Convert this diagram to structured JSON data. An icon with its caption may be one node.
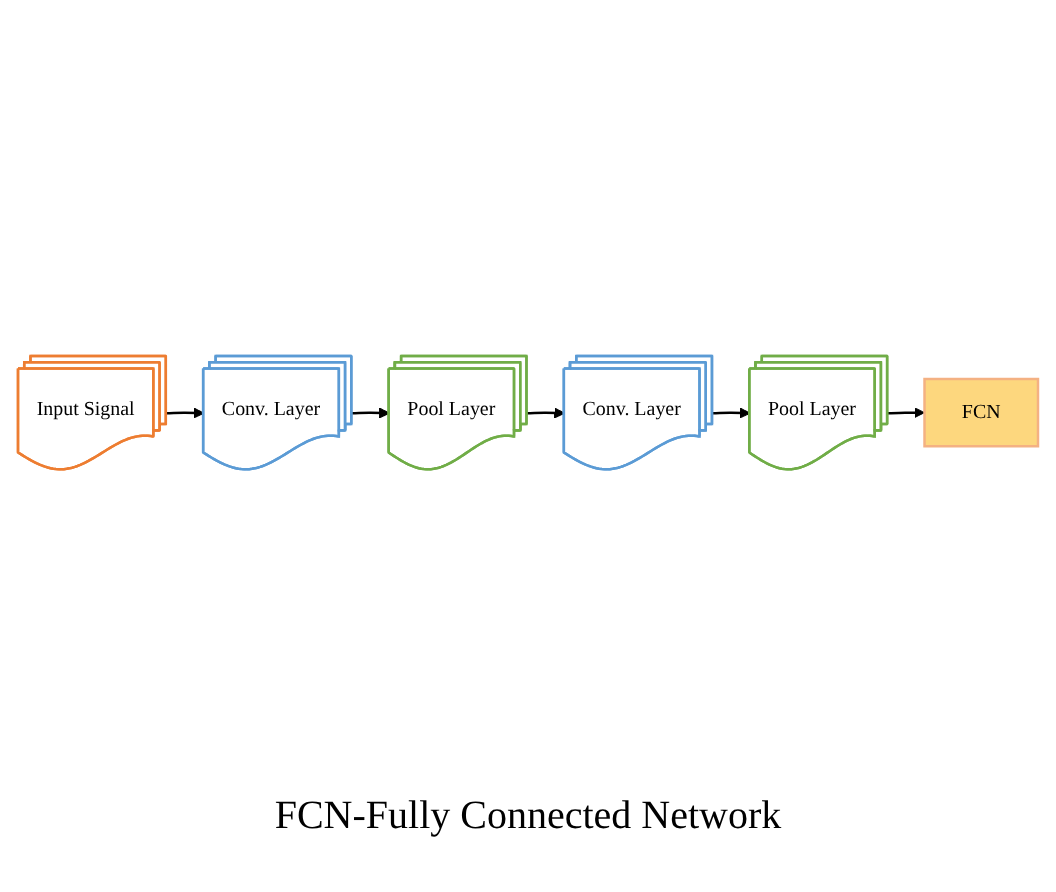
{
  "diagram": {
    "nodes": [
      {
        "text": [
          "Input Signal"
        ]
      },
      {
        "text": [
          "Conv. Layer"
        ]
      },
      {
        "text": [
          "Pool Layer"
        ]
      },
      {
        "text": [
          "Conv. Layer"
        ]
      },
      {
        "text": [
          "Pool Layer"
        ]
      },
      {
        "text": [
          "FCN"
        ]
      }
    ],
    "edges": [
      {
        "from": 0,
        "to": 1,
        "arrow": "to"
      },
      {
        "from": 1,
        "to": 2,
        "arrow": "to"
      },
      {
        "from": 2,
        "to": 3,
        "arrow": "to"
      },
      {
        "from": 3,
        "to": 4,
        "arrow": "to"
      },
      {
        "from": 4,
        "to": 5,
        "arrow": "to"
      }
    ],
    "labels": [
      "FCN-Fully Connected Network"
    ]
  }
}
